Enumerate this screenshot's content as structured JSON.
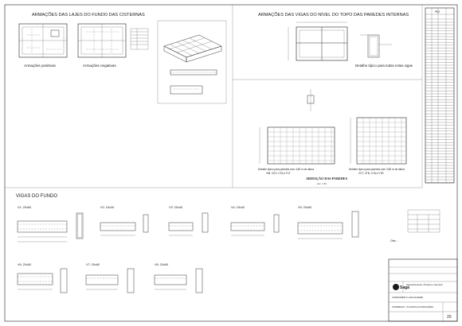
{
  "sheet": {
    "title_top_left": "ARMAÇÕES DAS LAJES DO FUNDO DAS CISTERNAS",
    "title_top_right": "ARMAÇÕES DAS VIGAS DO NÍVEL DO TOPO DAS PAREDES INTERNAS",
    "label_positive": "Armações positivas",
    "label_negative": "Armações negativas",
    "detail_typical": "Detalhe típico para todas estas vigas",
    "walls_title": "ARMAÇÃO DAS PAREDES",
    "walls_scale": "esc. 1:25",
    "wall_note_left": "Detalhe típico para paredes com 3,80 m de altura",
    "wall_note_left_2": "VIB, VCS, CTA e TCT",
    "wall_note_right": "Detalhe típico para paredes com 3,80 m de altura",
    "wall_note_right_2": "VCT, VTB, CTA e VTB",
    "beams_title": "VIGAS DO FUNDO",
    "beams": [
      {
        "id": "V1",
        "label": "V1: 20x60"
      },
      {
        "id": "V2",
        "label": "V2: 15x40"
      },
      {
        "id": "V3",
        "label": "V3: 20x40"
      },
      {
        "id": "V4",
        "label": "V4: 15x40"
      },
      {
        "id": "V5",
        "label": "V5: 20x60"
      },
      {
        "id": "V6",
        "label": "V6: 20x60"
      },
      {
        "id": "V7",
        "label": "V7: 20x60"
      },
      {
        "id": "V8",
        "label": "V8: 20x60"
      }
    ],
    "table_header": "Aço",
    "notes_label": "Obs.:",
    "titleblock": {
      "brand": "Saga",
      "company": "Saga Estruturas, Projetos e Serviços",
      "client": "CONDOMÍNIO LAGO ALEGRE",
      "project": "CISTERNAS - PLANTAS E FUNDAÇÕES",
      "sheet_no": "20"
    }
  }
}
